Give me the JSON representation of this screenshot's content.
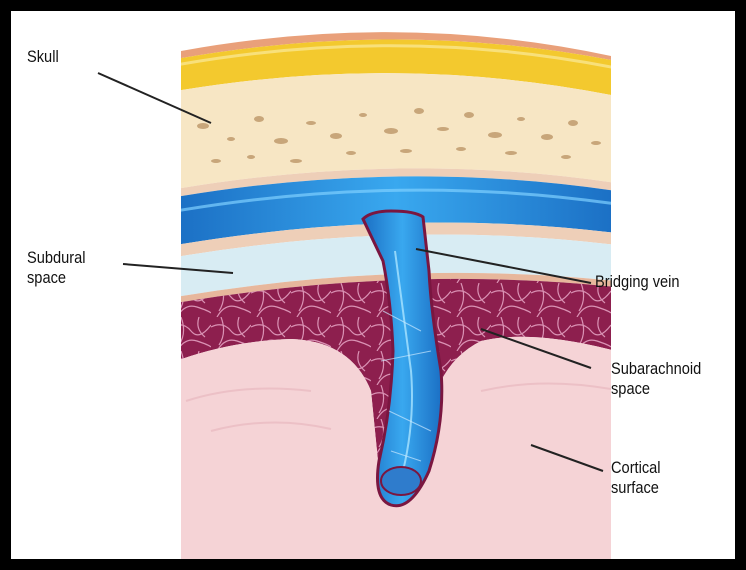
{
  "labels": {
    "skull": "Skull",
    "subdural_line1": "Subdural",
    "subdural_line2": "space",
    "bridging_vein": "Bridging vein",
    "subarachnoid_line1": "Subarachnoid",
    "subarachnoid_line2": "space",
    "cortical_line1": "Cortical",
    "cortical_line2": "surface"
  },
  "colors": {
    "background_frame": "#000000",
    "panel": "#ffffff",
    "scalp_outer": "#e9a07a",
    "skull_outer_table": "#f3c92e",
    "skull_diploe": "#f7e6c4",
    "dura": "#eecfb8",
    "vein": "#2a8fe0",
    "subdural_space": "#d8ecf3",
    "arachnoid": "#8d1f4e",
    "cortex": "#f5d3d6"
  }
}
